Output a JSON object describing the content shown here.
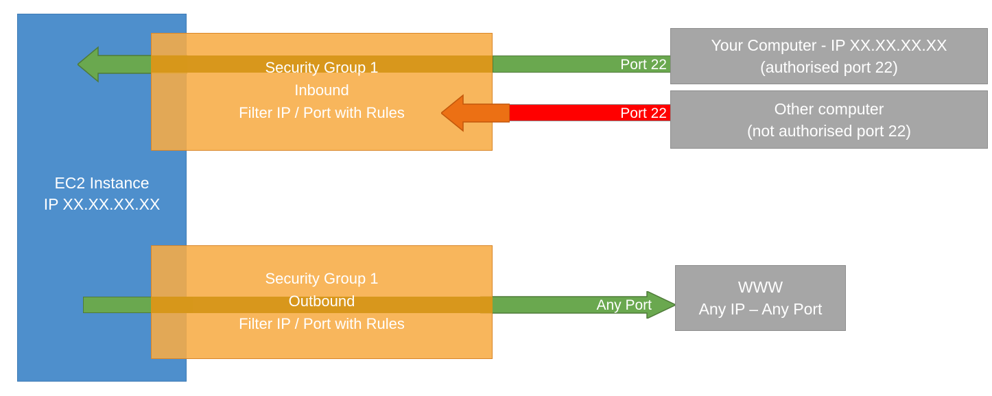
{
  "diagram": {
    "title": "AWS EC2 Security Group inbound and outbound traffic filtering",
    "colors": {
      "instance_blue": "#4e8fcc",
      "security_group_orange": "#f7ac46",
      "overlap_orange": "#d69618",
      "allowed_green": "#6aa84f",
      "blocked_red": "#ff0000",
      "blocked_arrow_orange": "#ec7014",
      "endpoint_grey": "#a6a6a6",
      "text_white": "#ffffff"
    }
  },
  "instance": {
    "name": "EC2 Instance",
    "ip": "IP XX.XX.XX.XX"
  },
  "security_groups": {
    "inbound": {
      "line1": "Security Group 1",
      "line2": "Inbound",
      "line3": "Filter IP / Port with Rules"
    },
    "outbound": {
      "line1": "Security Group 1",
      "line2": "Outbound",
      "line3": "Filter IP / Port with Rules"
    }
  },
  "flows": {
    "allowed_inbound": {
      "port_label": "Port 22",
      "status": "allowed"
    },
    "blocked_inbound": {
      "port_label": "Port 22",
      "status": "blocked"
    },
    "outbound": {
      "port_label": "Any Port",
      "status": "allowed"
    }
  },
  "endpoints": {
    "your_computer": {
      "line1": "Your Computer - IP XX.XX.XX.XX",
      "line2": "(authorised port 22)"
    },
    "other_computer": {
      "line1": "Other computer",
      "line2": "(not authorised port 22)"
    },
    "www": {
      "line1": "WWW",
      "line2": "Any IP – Any Port"
    }
  }
}
